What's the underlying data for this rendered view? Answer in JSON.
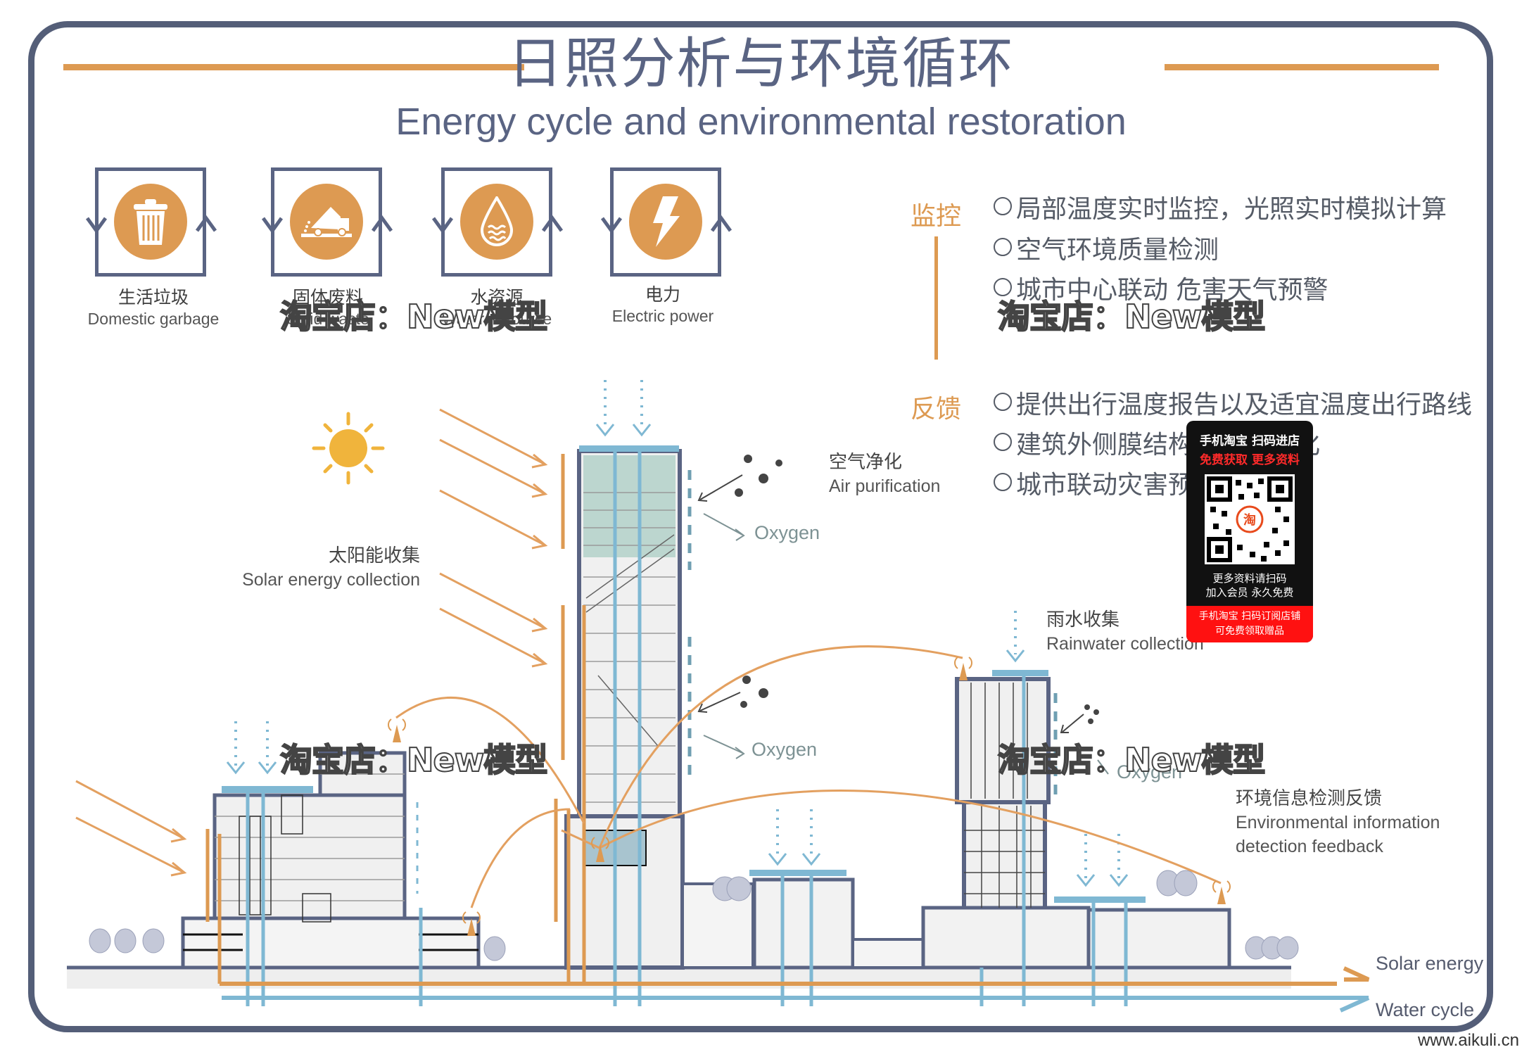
{
  "header": {
    "title_cn": "日照分析与环境循环",
    "title_en": "Energy cycle and environmental restoration"
  },
  "resources": [
    {
      "icon": "trash-can-icon",
      "label_cn": "生活垃圾",
      "label_en": "Domestic garbage"
    },
    {
      "icon": "dump-truck-icon",
      "label_cn": "固体废料",
      "label_en": "Solid waste"
    },
    {
      "icon": "water-drop-icon",
      "label_cn": "水资源",
      "label_en": "Water resource"
    },
    {
      "icon": "lightning-bolt-icon",
      "label_cn": "电力",
      "label_en": "Electric power"
    }
  ],
  "monitoring": {
    "label": "监控",
    "items": [
      "局部温度实时监控，光照实时模拟计算",
      "空气环境质量检测",
      "城市中心联动 危害天气预警"
    ]
  },
  "feedback": {
    "label": "反馈",
    "items": [
      "提供出行温度报告以及适宜温度出行路线",
      "建筑外侧膜结构过滤与净化",
      "城市联动灾害预警"
    ]
  },
  "annotations": {
    "solar": {
      "cn": "太阳能收集",
      "en": "Solar energy collection"
    },
    "air": {
      "cn": "空气净化",
      "en": "Air purification"
    },
    "rain": {
      "cn": "雨水收集",
      "en": "Rainwater collection"
    },
    "env": {
      "cn": "环境信息检测反馈",
      "en1": "Environmental information",
      "en2": "detection feedback"
    },
    "oxygen": "Oxygen"
  },
  "legend": {
    "solar": "Solar energy",
    "water": "Water cycle"
  },
  "colors": {
    "frame": "#545e78",
    "accent_orange": "#dd9a52",
    "water_blue": "#7fb8d3",
    "building_outline": "#5a6483"
  },
  "watermark": "淘宝店：New模型",
  "qr_card": {
    "line1": "手机淘宝 扫码进店",
    "line2": "免费获取 更多资料",
    "line3": "更多资料请扫码",
    "line4": "加入会员 永久免费",
    "line5": "手机淘宝 扫码订阅店铺",
    "line6": "可免费领取赠品",
    "badge": "淘"
  },
  "site": "www.aikuli.cn"
}
